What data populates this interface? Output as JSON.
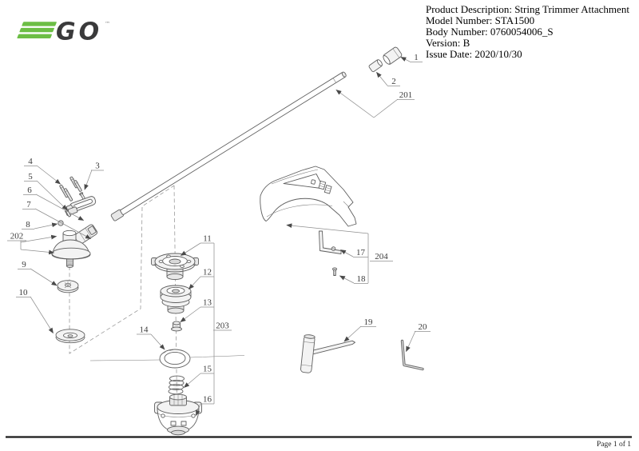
{
  "brand": {
    "name": "EGO",
    "go_text": "GO",
    "trademark": "™"
  },
  "colors": {
    "brand_green": "#6cbe45",
    "brand_dark": "#3a3a3b"
  },
  "header": {
    "lines": [
      "Product Description: String Trimmer Attachment",
      "Model Number: STA1500",
      "Body Number: 0760054006_S",
      "Version: B",
      "Issue Date: 2020/10/30"
    ]
  },
  "diagram": {
    "callouts": {
      "p1": "1",
      "p2": "2",
      "p3": "3",
      "p4": "4",
      "p5": "5",
      "p6": "6",
      "p7": "7",
      "p8": "8",
      "p9": "9",
      "p10": "10",
      "p11": "11",
      "p12": "12",
      "p13": "13",
      "p14": "14",
      "p15": "15",
      "p16": "16",
      "p17": "17",
      "p18": "18",
      "p19": "19",
      "p20": "20",
      "g201": "201",
      "g202": "202",
      "g203": "203",
      "g204": "204"
    }
  },
  "footer": {
    "page_label": "Page 1 of 1"
  }
}
